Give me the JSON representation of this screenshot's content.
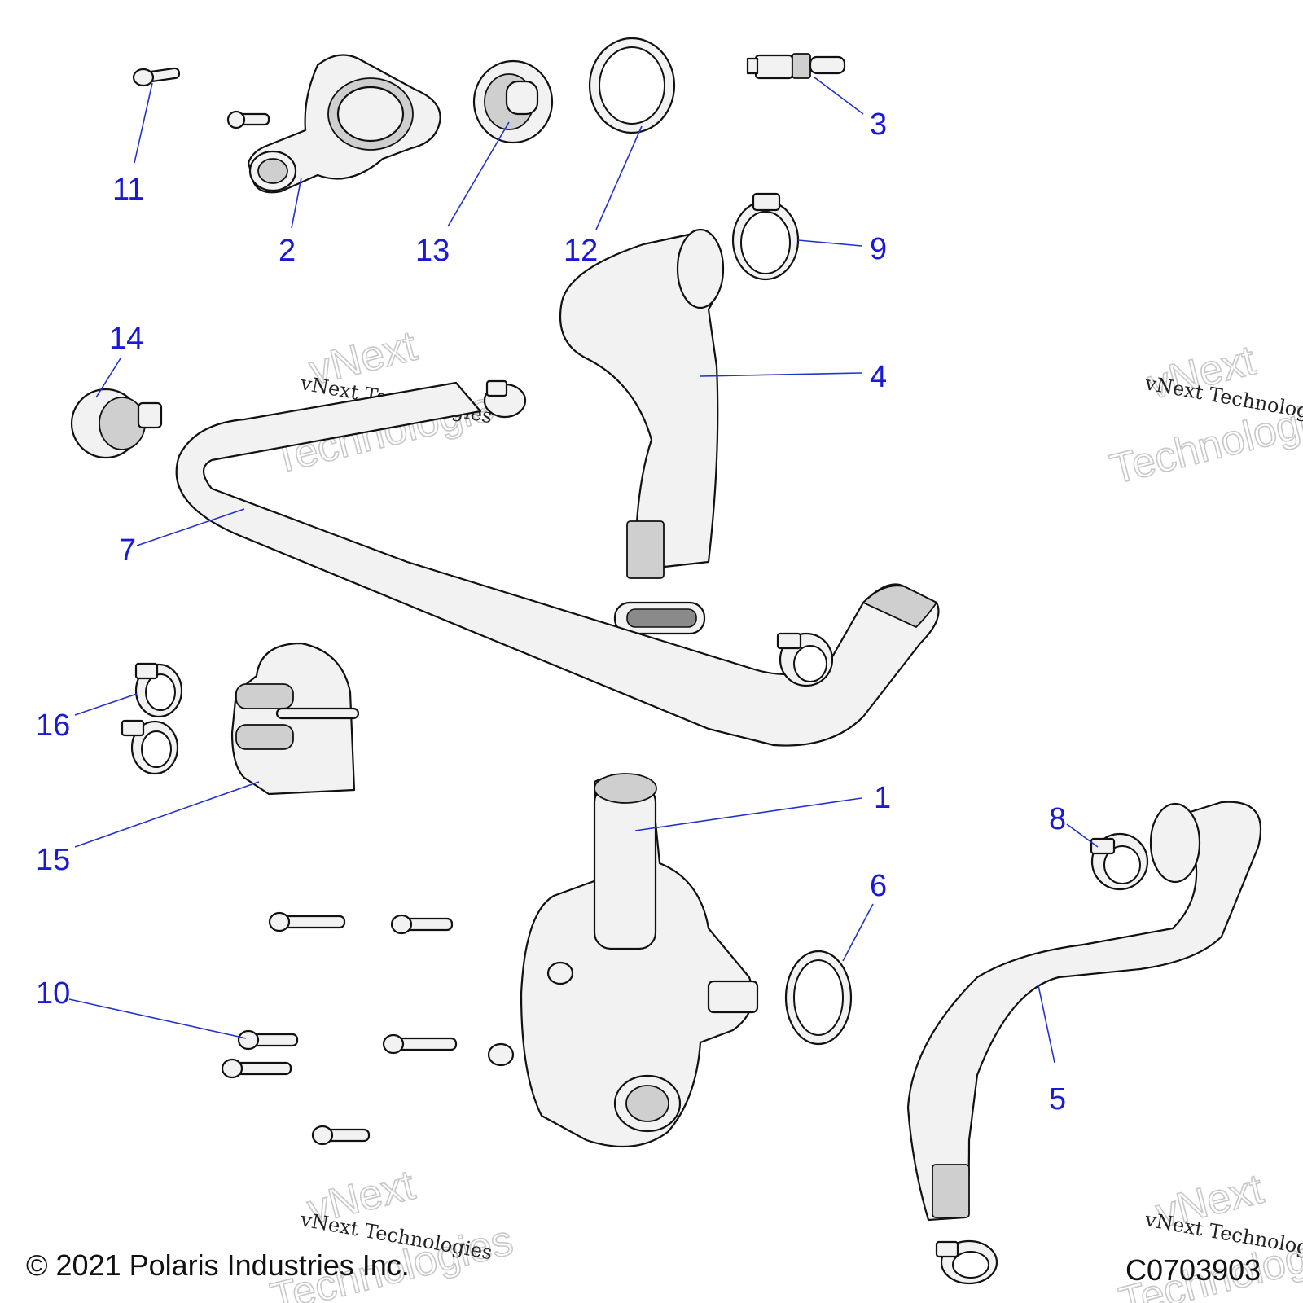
{
  "watermark": {
    "line1": "vNext",
    "line2": "Technologies",
    "small": "vNext Technologies"
  },
  "footer": {
    "copyright": "© 2021 Polaris Industries Inc.",
    "drawing_code": "C0703903"
  },
  "callouts": [
    "1",
    "2",
    "3",
    "4",
    "5",
    "6",
    "7",
    "8",
    "9",
    "10",
    "11",
    "12",
    "13",
    "14",
    "15",
    "16"
  ],
  "colors": {
    "callout": "#1a1ad6",
    "leader": "#2233cc",
    "line_art": "#111111"
  }
}
